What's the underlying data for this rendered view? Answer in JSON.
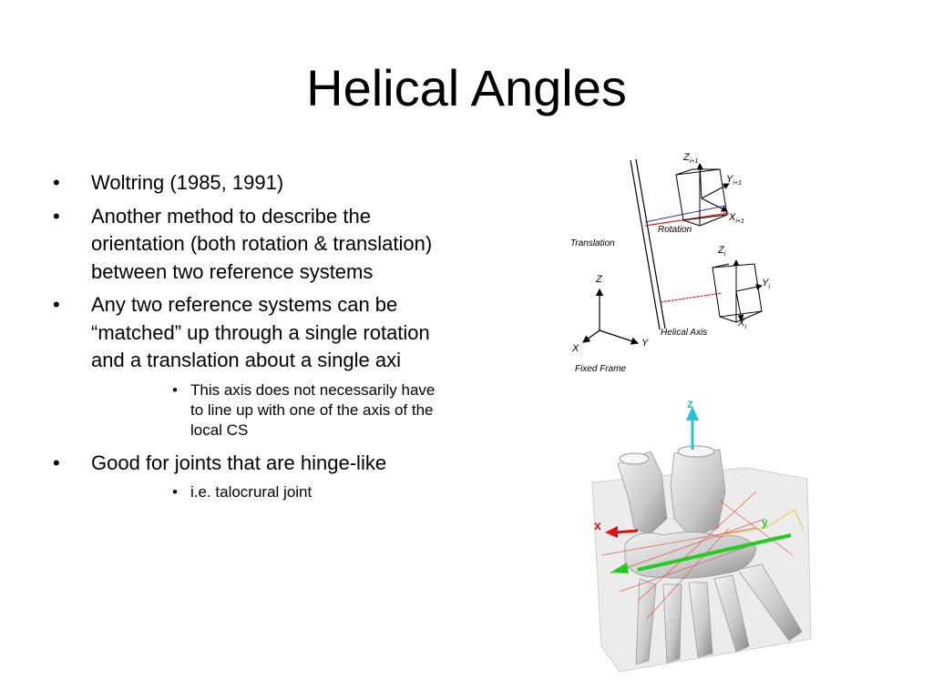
{
  "slide": {
    "title": "Helical Angles",
    "bullets": [
      {
        "text": "Woltring (1985, 1991)"
      },
      {
        "text": "Another method to describe the orientation (both rotation & translation) between two reference systems"
      },
      {
        "text": "Any two reference systems can be “matched” up through a single rotation and a translation about a single axi"
      },
      {
        "text": "This axis does not necessarily have to line up with one of the axis of the local CS"
      },
      {
        "text": "Good for joints that are hinge-like"
      },
      {
        "text": "i.e. talocrural joint"
      }
    ],
    "bullet_glyph": "•"
  },
  "figure1": {
    "z_i1": "Z",
    "y_i1": "Y",
    "x_i1": "X",
    "sub_i1": "i+1",
    "rotation": "Rotation",
    "translation": "Translation",
    "z_i": "Z",
    "y_i": "Y",
    "x_i": "X",
    "sub_i": "i",
    "fixed_z": "Z",
    "fixed_y": "Y",
    "fixed_x": "X",
    "helical_axis": "Helical Axis",
    "fixed_frame": "Fixed Frame"
  },
  "figure2": {
    "z_label": "z",
    "x_label": "x",
    "y_label": "y",
    "z_color": "#22c4d8",
    "x_color": "#e01010",
    "y_color": "#22cc22"
  }
}
